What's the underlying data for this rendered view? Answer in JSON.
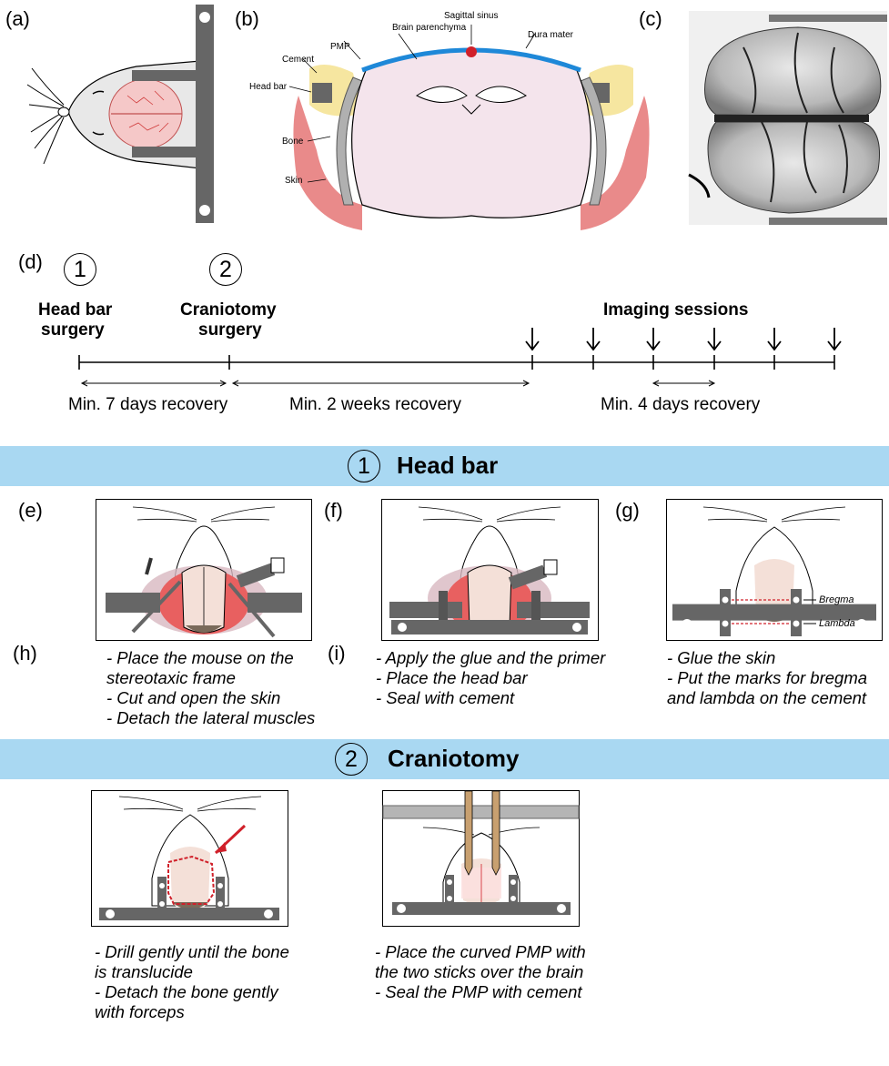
{
  "panels": {
    "a": "(a)",
    "b": "(b)",
    "c": "(c)",
    "d": "(d)",
    "e": "(e)",
    "f": "(f)",
    "g": "(g)",
    "h": "(h)",
    "i": "(i)"
  },
  "panel_b_labels": {
    "brain_parenchyma": "Brain parenchyma",
    "sagittal_sinus": "Sagittal sinus",
    "dura_mater": "Dura mater",
    "pmp": "PMP",
    "cement": "Cement",
    "head_bar": "Head bar",
    "bone": "Bone",
    "skin": "Skin"
  },
  "timeline": {
    "step1_number": "1",
    "step2_number": "2",
    "step1_line1": "Head bar",
    "step1_line2": "surgery",
    "step2_line1": "Craniotomy",
    "step2_line2": "surgery",
    "imaging": "Imaging sessions",
    "recovery1": "Min. 7 days recovery",
    "recovery2": "Min. 2 weeks recovery",
    "recovery3": "Min. 4 days recovery"
  },
  "section1": {
    "number": "1",
    "title": "Head bar"
  },
  "section2": {
    "number": "2",
    "title": "Craniotomy"
  },
  "panel_g_labels": {
    "bregma": "Bregma",
    "lambda": "Lambda"
  },
  "captions": {
    "e": [
      "- Place the mouse on the",
      "stereotaxic frame",
      "- Cut and open the skin",
      "- Detach the lateral muscles"
    ],
    "f": [
      "- Apply the glue and the primer",
      "- Place the head bar",
      "- Seal with cement"
    ],
    "g": [
      "- Glue the skin",
      "- Put the marks for bregma",
      "and lambda on the cement"
    ],
    "h": [
      "- Drill gently until the bone",
      "is translucide",
      "- Detach the bone gently",
      "with forceps"
    ],
    "i": [
      "- Place the curved PMP with",
      "the two sticks over the brain",
      "- Seal the PMP with cement"
    ]
  },
  "colors": {
    "banner": "#a9d8f2",
    "bar_gray": "#666666",
    "dura_blue": "#1e88d8",
    "cement_yellow": "#f6e6a0",
    "skin_pink": "#e98a8a",
    "brain_pink": "#f4e4ec",
    "cortex_pink": "#f5c8c8",
    "craniotomy_red": "#d0202a"
  }
}
